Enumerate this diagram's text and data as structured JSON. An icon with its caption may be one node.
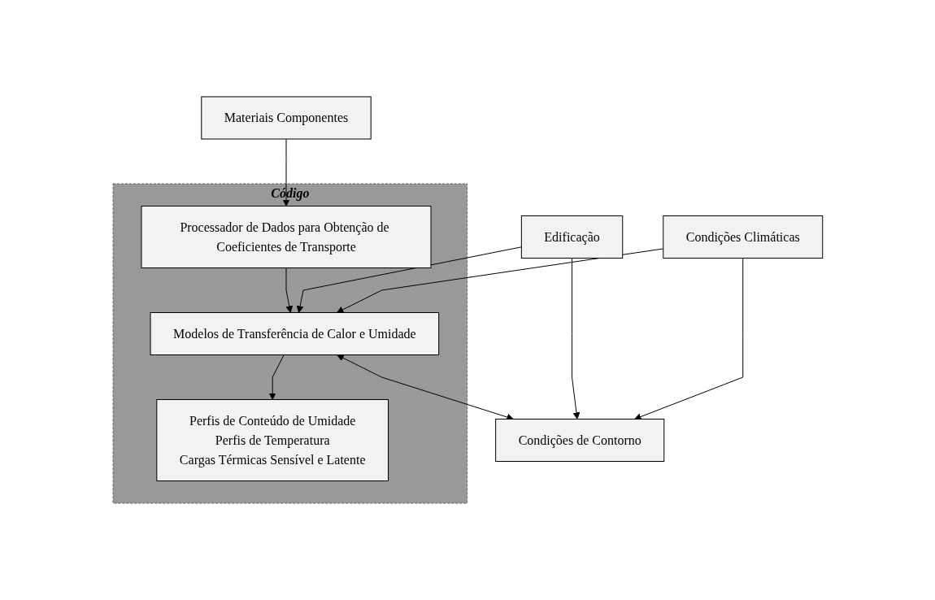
{
  "diagram": {
    "nodes": [
      {
        "text": [
          "Código"
        ]
      },
      {
        "text": [
          "Materiais Componentes"
        ]
      },
      {
        "text": [
          "Edificação"
        ]
      },
      {
        "text": [
          "Condições Climáticas"
        ]
      },
      {
        "text": [
          "Processador de Dados para Obtenção de Coeficientes de Transporte"
        ],
        "in": 0
      },
      {
        "text": [
          "Modelos de Transferência de Calor e Umidade"
        ],
        "in": 0
      },
      {
        "text": [
          "Condições de Contorno"
        ]
      },
      {
        "text": [
          "Perfis de Conteúdo de Umidade",
          "Perfis de Temperatura",
          "Cargas Térmicas Sensível e Latente"
        ],
        "in": 0
      }
    ],
    "edges": [
      {
        "from": 1,
        "to": 4,
        "arrow": "to"
      },
      {
        "from": 4,
        "to": 5,
        "arrow": "to"
      },
      {
        "from": 2,
        "to": 5,
        "arrow": "to"
      },
      {
        "from": 2,
        "to": 6,
        "arrow": "to"
      },
      {
        "from": 3,
        "to": 5,
        "arrow": "to"
      },
      {
        "from": 3,
        "to": 6,
        "arrow": "to"
      },
      {
        "from": 5,
        "to": 6,
        "arrow": "both"
      },
      {
        "from": 5,
        "to": 7,
        "arrow": "to"
      }
    ]
  }
}
